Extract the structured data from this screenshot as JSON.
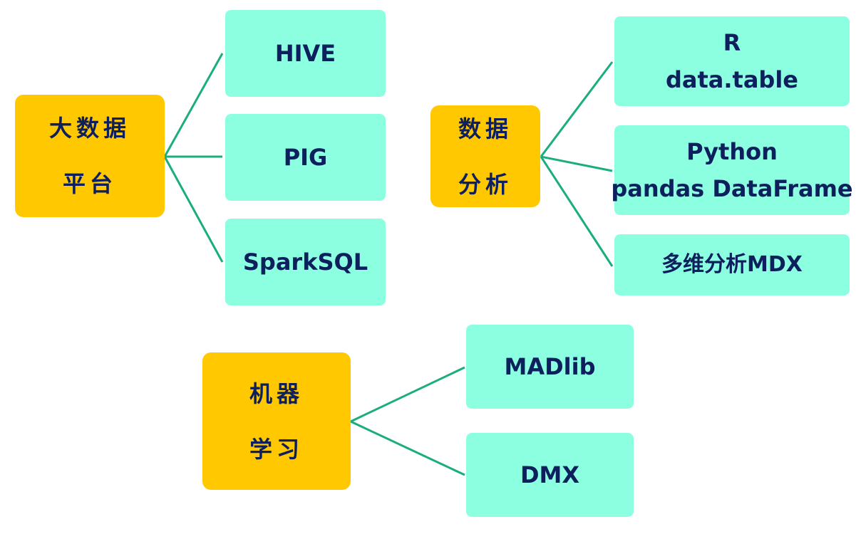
{
  "colors": {
    "root_fill": "#ffc800",
    "leaf_fill": "#8cffe0",
    "connector": "#1aae7c",
    "text": "#0d1f5c"
  },
  "groups": [
    {
      "root": {
        "line1": "大数据",
        "line2": "平台"
      },
      "children": [
        {
          "line1": "HIVE"
        },
        {
          "line1": "PIG"
        },
        {
          "line1": "SparkSQL"
        }
      ]
    },
    {
      "root": {
        "line1": "数据",
        "line2": "分析"
      },
      "children": [
        {
          "line1": "R",
          "line2": "data.table"
        },
        {
          "line1": "Python",
          "line2": "pandas DataFrame"
        },
        {
          "line1": "多维分析MDX"
        }
      ]
    },
    {
      "root": {
        "line1": "机器",
        "line2": "学习"
      },
      "children": [
        {
          "line1": "MADlib"
        },
        {
          "line1": "DMX"
        }
      ]
    }
  ]
}
